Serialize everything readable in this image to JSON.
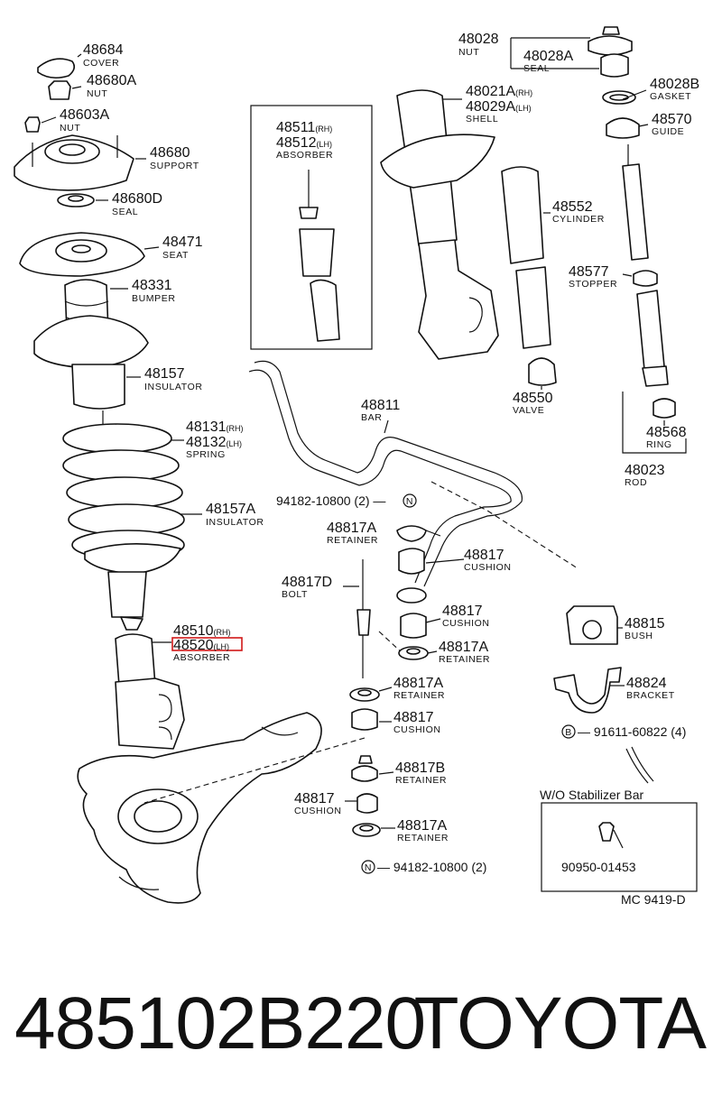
{
  "parts": [
    {
      "id": "p48684",
      "number": "48684",
      "name": "COVER"
    },
    {
      "id": "p48680A",
      "number": "48680A",
      "name": "NUT"
    },
    {
      "id": "p48603A",
      "number": "48603A",
      "name": "NUT"
    },
    {
      "id": "p48680",
      "number": "48680",
      "name": "SUPPORT"
    },
    {
      "id": "p48680D",
      "number": "48680D",
      "name": "SEAL"
    },
    {
      "id": "p48471",
      "number": "48471",
      "name": "SEAT"
    },
    {
      "id": "p48331",
      "number": "48331",
      "name": "BUMPER"
    },
    {
      "id": "p48157",
      "number": "48157",
      "name": "INSULATOR"
    },
    {
      "id": "p48131",
      "number": "48131",
      "suffix": "(RH)"
    },
    {
      "id": "p48132",
      "number": "48132",
      "suffix": "(LH)",
      "name": "SPRING"
    },
    {
      "id": "p48157A",
      "number": "48157A",
      "name": "INSULATOR"
    },
    {
      "id": "p48510",
      "number": "48510",
      "suffix": "(RH)"
    },
    {
      "id": "p48520",
      "number": "48520",
      "suffix": "(LH)",
      "name": "ABSORBER"
    },
    {
      "id": "p48511",
      "number": "48511",
      "suffix": "(RH)"
    },
    {
      "id": "p48512",
      "number": "48512",
      "suffix": "(LH)",
      "name": "ABSORBER"
    },
    {
      "id": "p48028",
      "number": "48028",
      "name": "NUT"
    },
    {
      "id": "p48028A",
      "number": "48028A",
      "name": "SEAL"
    },
    {
      "id": "p48021A",
      "number": "48021A",
      "suffix": "(RH)"
    },
    {
      "id": "p48029A",
      "number": "48029A",
      "suffix": "(LH)",
      "name": "SHELL"
    },
    {
      "id": "p48028B",
      "number": "48028B",
      "name": "GASKET"
    },
    {
      "id": "p48570",
      "number": "48570",
      "name": "GUIDE"
    },
    {
      "id": "p48552",
      "number": "48552",
      "name": "CYLINDER"
    },
    {
      "id": "p48577",
      "number": "48577",
      "name": "STOPPER"
    },
    {
      "id": "p48550",
      "number": "48550",
      "name": "VALVE"
    },
    {
      "id": "p48568",
      "number": "48568",
      "name": "RING"
    },
    {
      "id": "p48023",
      "number": "48023",
      "name": "ROD"
    },
    {
      "id": "p48811",
      "number": "48811",
      "name": "BAR"
    },
    {
      "id": "p48817A_1",
      "number": "48817A",
      "name": "RETAINER"
    },
    {
      "id": "p48817_1",
      "number": "48817",
      "name": "CUSHION"
    },
    {
      "id": "p48817D",
      "number": "48817D",
      "name": "BOLT"
    },
    {
      "id": "p48817_2",
      "number": "48817",
      "name": "CUSHION"
    },
    {
      "id": "p48817A_2",
      "number": "48817A",
      "name": "RETAINER"
    },
    {
      "id": "p48817A_3",
      "number": "48817A",
      "name": "RETAINER"
    },
    {
      "id": "p48817_3",
      "number": "48817",
      "name": "CUSHION"
    },
    {
      "id": "p48817B",
      "number": "48817B",
      "name": "RETAINER"
    },
    {
      "id": "p48817_4",
      "number": "48817",
      "name": "CUSHION"
    },
    {
      "id": "p48817A_4",
      "number": "48817A",
      "name": "RETAINER"
    },
    {
      "id": "p48815",
      "number": "48815",
      "name": "BUSH"
    },
    {
      "id": "p48824",
      "number": "48824",
      "name": "BRACKET"
    }
  ],
  "standard_parts": {
    "nut_top": {
      "symbol": "N",
      "number": "94182-10800",
      "qty": "(2)"
    },
    "nut_bottom": {
      "symbol": "N",
      "number": "94182-10800",
      "qty": "(2)"
    },
    "bolt": {
      "symbol": "B",
      "number": "91611-60822",
      "qty": "(4)"
    }
  },
  "inset": {
    "title": "W/O Stabilizer Bar",
    "part_number": "90950-01453"
  },
  "figure_code": "MC 9419-D",
  "highlighted_part": "48520",
  "highlight_color": "#d01818",
  "footer": {
    "part_code": "485102B220",
    "brand": "TOYOTA"
  }
}
